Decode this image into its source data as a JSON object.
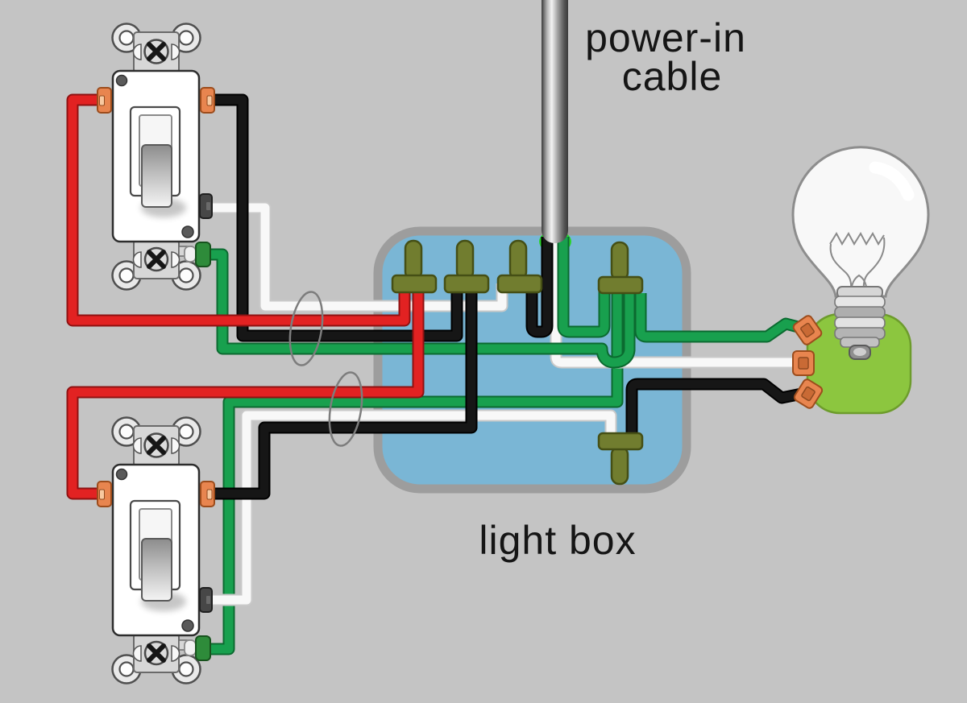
{
  "diagram": {
    "type": "wiring-diagram",
    "labels": {
      "power_in_line1": "power-in",
      "power_in_line2": "cable",
      "light_box": "light box"
    },
    "colors": {
      "background": "#c4c4c4",
      "box_fill": "#7ab6d5",
      "box_border": "#9d9d9d",
      "wire_red": "#e22222",
      "wire_red_dark": "#8e1212",
      "wire_black": "#161616",
      "wire_white": "#f8f8f8",
      "wire_white_dark": "#c9c9c9",
      "wire_green": "#18a04e",
      "wire_green_dark": "#0b6a30",
      "wire_nut": "#717d2f",
      "wire_nut_dark": "#454f15",
      "glow_green": "#2bd32b",
      "holder_green": "#8cc63f",
      "terminal_orange": "#e8854f",
      "text": "#151515"
    },
    "components": {
      "power_in_cable": {
        "conductors": [
          "black",
          "white",
          "green"
        ],
        "enters": "light box top"
      },
      "light_box": {
        "shape": "rounded rectangle",
        "wire_nut_count": 5
      },
      "switches": [
        {
          "id": "switch-1",
          "position": "top-left",
          "type": "3-way toggle switch",
          "terminals": [
            "left traveler (orange)",
            "right traveler (orange)",
            "common (dark)",
            "ground screw (green)"
          ]
        },
        {
          "id": "switch-2",
          "position": "bottom-left",
          "type": "3-way toggle switch",
          "terminals": [
            "left traveler (orange)",
            "right traveler (orange)",
            "common (dark)",
            "ground screw (green)"
          ]
        }
      ],
      "bulb": {
        "position": "right",
        "parts": [
          "glass globe",
          "filament",
          "screw base",
          "green socket holder"
        ],
        "terminals": [
          "green (ground)",
          "white (neutral)",
          "black (hot)"
        ]
      },
      "cable_loops": 2
    },
    "wires": [
      {
        "name": "traveler-red-switch1",
        "color": "red",
        "from": "switch-1 left traveler terminal",
        "to": "wire-nut-1"
      },
      {
        "name": "traveler-red-switch2",
        "color": "red",
        "from": "switch-2 left traveler terminal",
        "to": "wire-nut-1"
      },
      {
        "name": "traveler-black-switch1",
        "color": "black",
        "from": "switch-1 right traveler terminal",
        "to": "wire-nut-2"
      },
      {
        "name": "traveler-black-switch2",
        "color": "black",
        "from": "switch-2 right traveler terminal",
        "to": "wire-nut-2"
      },
      {
        "name": "power-hot-black",
        "color": "black",
        "from": "power-in cable",
        "to": "wire-nut-3"
      },
      {
        "name": "common-white-switch1",
        "color": "white",
        "from": "switch-1 common terminal",
        "to": "wire-nut-3"
      },
      {
        "name": "power-neutral-white",
        "color": "white",
        "from": "power-in cable",
        "to": "bulb middle terminal"
      },
      {
        "name": "power-ground-green",
        "color": "green",
        "from": "power-in cable",
        "to": "wire-nut-4"
      },
      {
        "name": "ground-green-switch1",
        "color": "green",
        "from": "switch-1 ground screw",
        "to": "wire-nut-4"
      },
      {
        "name": "ground-green-switch2",
        "color": "green",
        "from": "switch-2 ground screw",
        "to": "wire-nut-4"
      },
      {
        "name": "fixture-ground-green",
        "color": "green",
        "from": "wire-nut-4",
        "to": "bulb top terminal"
      },
      {
        "name": "common-white-switch2",
        "color": "white",
        "from": "switch-2 common terminal",
        "to": "wire-nut-5"
      },
      {
        "name": "fixture-hot-black",
        "color": "black",
        "from": "wire-nut-5",
        "to": "bulb bottom terminal"
      }
    ]
  }
}
